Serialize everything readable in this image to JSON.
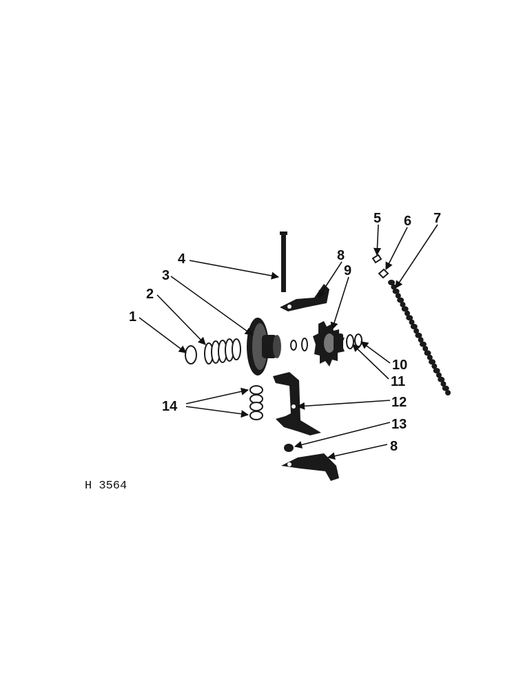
{
  "callouts": {
    "c1": "1",
    "c2": "2",
    "c3": "3",
    "c4": "4",
    "c5": "5",
    "c6": "6",
    "c7": "7",
    "c8a": "8",
    "c9": "9",
    "c10": "10",
    "c11": "11",
    "c12": "12",
    "c13": "13",
    "c14": "14",
    "c8b": "8"
  },
  "reference_code": "H 3564"
}
